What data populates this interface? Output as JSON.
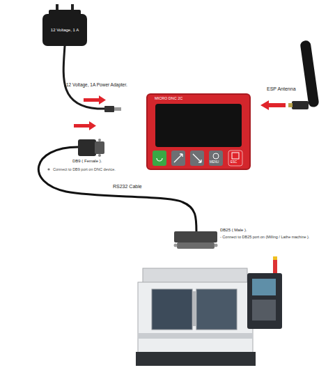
{
  "diagram": {
    "nodes": [
      {
        "text": [
          "12 Voltage, 1 A"
        ]
      },
      {
        "text": [
          "MICRO DNC 2C"
        ]
      }
    ],
    "labels": [
      "12 Voltage, 1A Power Adapter.",
      "ESP Antenna",
      "DB9 ( Female ).",
      "Connect to DB9 port on DNC device.",
      "RS232 Cable",
      "DB25 ( Male ).",
      "- Connect to DB25 port on (Milling / Lathe machine ).",
      "MENU",
      "ESC"
    ]
  }
}
